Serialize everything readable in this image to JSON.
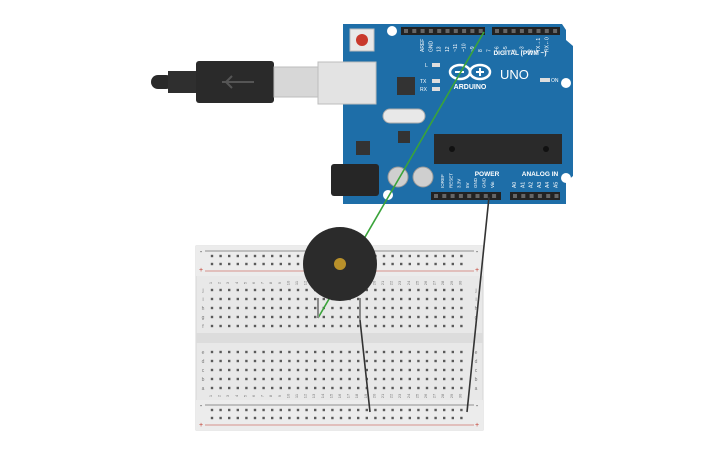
{
  "canvas": {
    "background": "#ffffff"
  },
  "arduino": {
    "brand": "ARDUINO",
    "model": "UNO",
    "digital_header_label": "DIGITAL (PWM ~)",
    "power_label": "POWER",
    "analog_label": "ANALOG IN",
    "on_label": "ON",
    "l_label": "L",
    "tx_label": "TX",
    "rx_label": "RX",
    "board_color": "#1e6ea8",
    "digital_pin_labels": [
      "AREF",
      "GND",
      "13",
      "12",
      "~11",
      "~10",
      "~9",
      "8",
      "7",
      "~6",
      "~5",
      "4",
      "~3",
      "2",
      "TX→1",
      "RX←0"
    ],
    "power_pin_labels": [
      "IOREF",
      "RESET",
      "3.3V",
      "5V",
      "GND",
      "GND",
      "Vin"
    ],
    "analog_pin_labels": [
      "A0",
      "A1",
      "A2",
      "A3",
      "A4",
      "A5"
    ]
  },
  "breadboard": {
    "row_letters_top": [
      "j",
      "i",
      "h",
      "g",
      "f"
    ],
    "row_letters_bottom": [
      "e",
      "d",
      "c",
      "b",
      "a"
    ],
    "column_numbers": [
      "1",
      "2",
      "3",
      "4",
      "5",
      "6",
      "7",
      "8",
      "9",
      "10",
      "11",
      "12",
      "13",
      "14",
      "15",
      "16",
      "17",
      "18",
      "19",
      "20",
      "21",
      "22",
      "23",
      "24",
      "25",
      "26",
      "27",
      "28",
      "29",
      "30"
    ],
    "rail_plus": "+",
    "rail_minus": "-"
  },
  "wires": {
    "signal_color": "#3aa33a",
    "ground_color": "#333333"
  },
  "buzzer": {
    "body_color": "#2b2b2b",
    "center_color": "#b8902a"
  },
  "icons": {
    "usb_cable": "usb-cable-icon",
    "reset_button": "reset-button-icon",
    "logo": "arduino-infinity-logo"
  }
}
